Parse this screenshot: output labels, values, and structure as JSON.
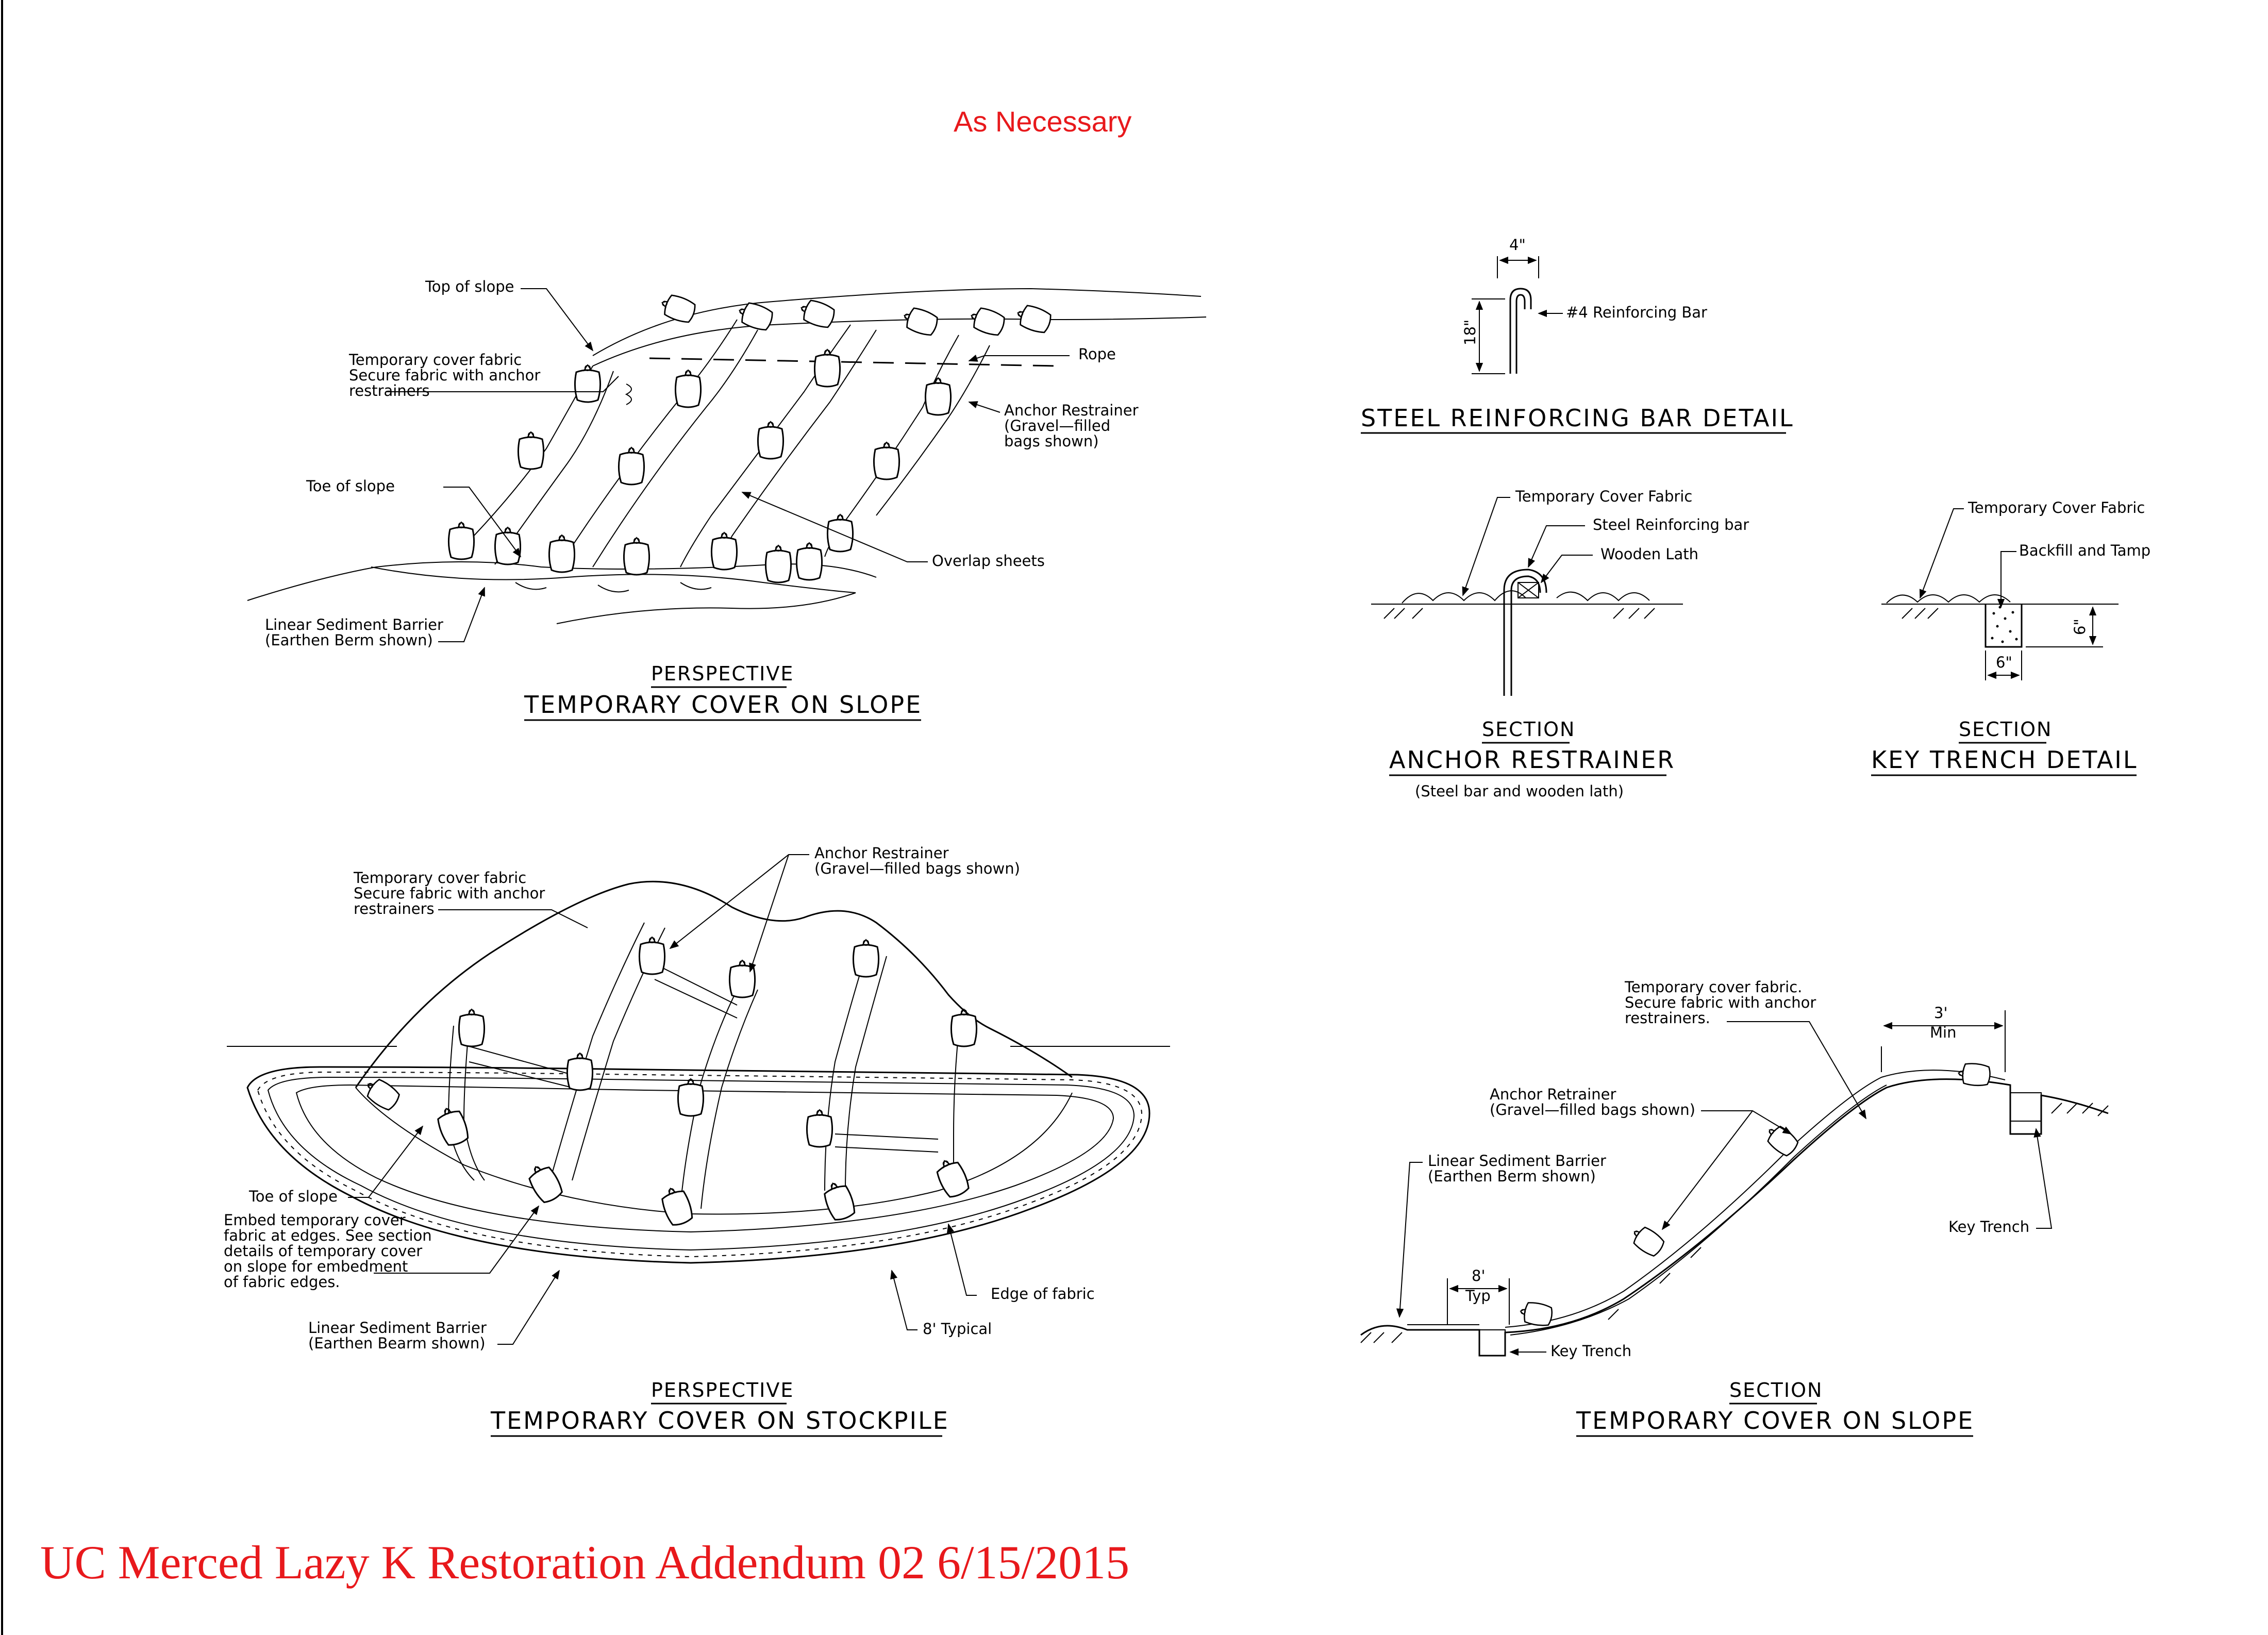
{
  "colors": {
    "annotation_red": "#e8191c",
    "ink": "#000000",
    "paper": "#ffffff"
  },
  "top_note": "As Necessary",
  "footer_note": "UC Merced Lazy K Restoration Addendum 02 6/15/2015",
  "detail_slope_perspective": {
    "view": "PERSPECTIVE",
    "title": "TEMPORARY COVER ON SLOPE",
    "labels": {
      "top_of_slope": "Top of slope",
      "fabric_1": "Temporary cover fabric",
      "fabric_2": "Secure fabric with anchor",
      "fabric_3": "restrainers",
      "toe_of_slope": "Toe of slope",
      "rope": "Rope",
      "anchor_1": "Anchor Restrainer",
      "anchor_2": "(Gravel—filled",
      "anchor_3": "bags shown)",
      "overlap": "Overlap sheets",
      "barrier_1": "Linear Sediment Barrier",
      "barrier_2": "(Earthen Berm shown)"
    }
  },
  "detail_rebar": {
    "title": "STEEL REINFORCING BAR DETAIL",
    "dim_width": "4\"",
    "dim_height": "18\"",
    "bar_label": "#4 Reinforcing Bar"
  },
  "detail_anchor_section": {
    "view": "SECTION",
    "title": "ANCHOR RESTRAINER",
    "subtitle": "(Steel bar and wooden lath)",
    "labels": {
      "fabric": "Temporary Cover Fabric",
      "bar": "Steel   Reinforcing bar",
      "lath": "Wooden Lath"
    }
  },
  "detail_key_trench": {
    "view": "SECTION",
    "title": "KEY TRENCH DETAIL",
    "labels": {
      "fabric": "Temporary Cover Fabric",
      "backfill": "Backfill    and  Tamp",
      "dim_depth": "6\"",
      "dim_width": "6\""
    }
  },
  "detail_stockpile": {
    "view": "PERSPECTIVE",
    "title": "TEMPORARY COVER ON STOCKPILE",
    "labels": {
      "anchor_1": "Anchor Restrainer",
      "anchor_2": "(Gravel—filled bags shown)",
      "fabric_1": "Temporary cover fabric",
      "fabric_2": "Secure fabric with anchor",
      "fabric_3": "restrainers",
      "toe_of_slope": "Toe of slope",
      "embed_1": "Embed temporary cover",
      "embed_2": "fabric at edges. See section",
      "embed_3": "details of temporary cover",
      "embed_4": "on slope for embedment",
      "embed_5": "of fabric edges.",
      "barrier_1": "Linear Sediment Barrier",
      "barrier_2": "(Earthen Bearm shown)",
      "edge": "Edge of fabric",
      "typical": "8' Typical"
    }
  },
  "detail_slope_section": {
    "view": "SECTION",
    "title": "TEMPORARY COVER ON SLOPE",
    "labels": {
      "fabric_1": "Temporary cover fabric.",
      "fabric_2": "Secure fabric with anchor",
      "fabric_3": "restrainers.",
      "dim_top": "3'",
      "dim_top_sub": "Min",
      "anchor_1": "Anchor Retrainer",
      "anchor_2": "(Gravel—filled bags shown)",
      "barrier_1": "Linear Sediment Barrier",
      "barrier_2": "(Earthen Berm shown)",
      "key_trench_top": "Key Trench",
      "dim_bottom": "8'",
      "dim_bottom_sub": "Typ",
      "key_trench_bottom": "Key Trench"
    }
  }
}
